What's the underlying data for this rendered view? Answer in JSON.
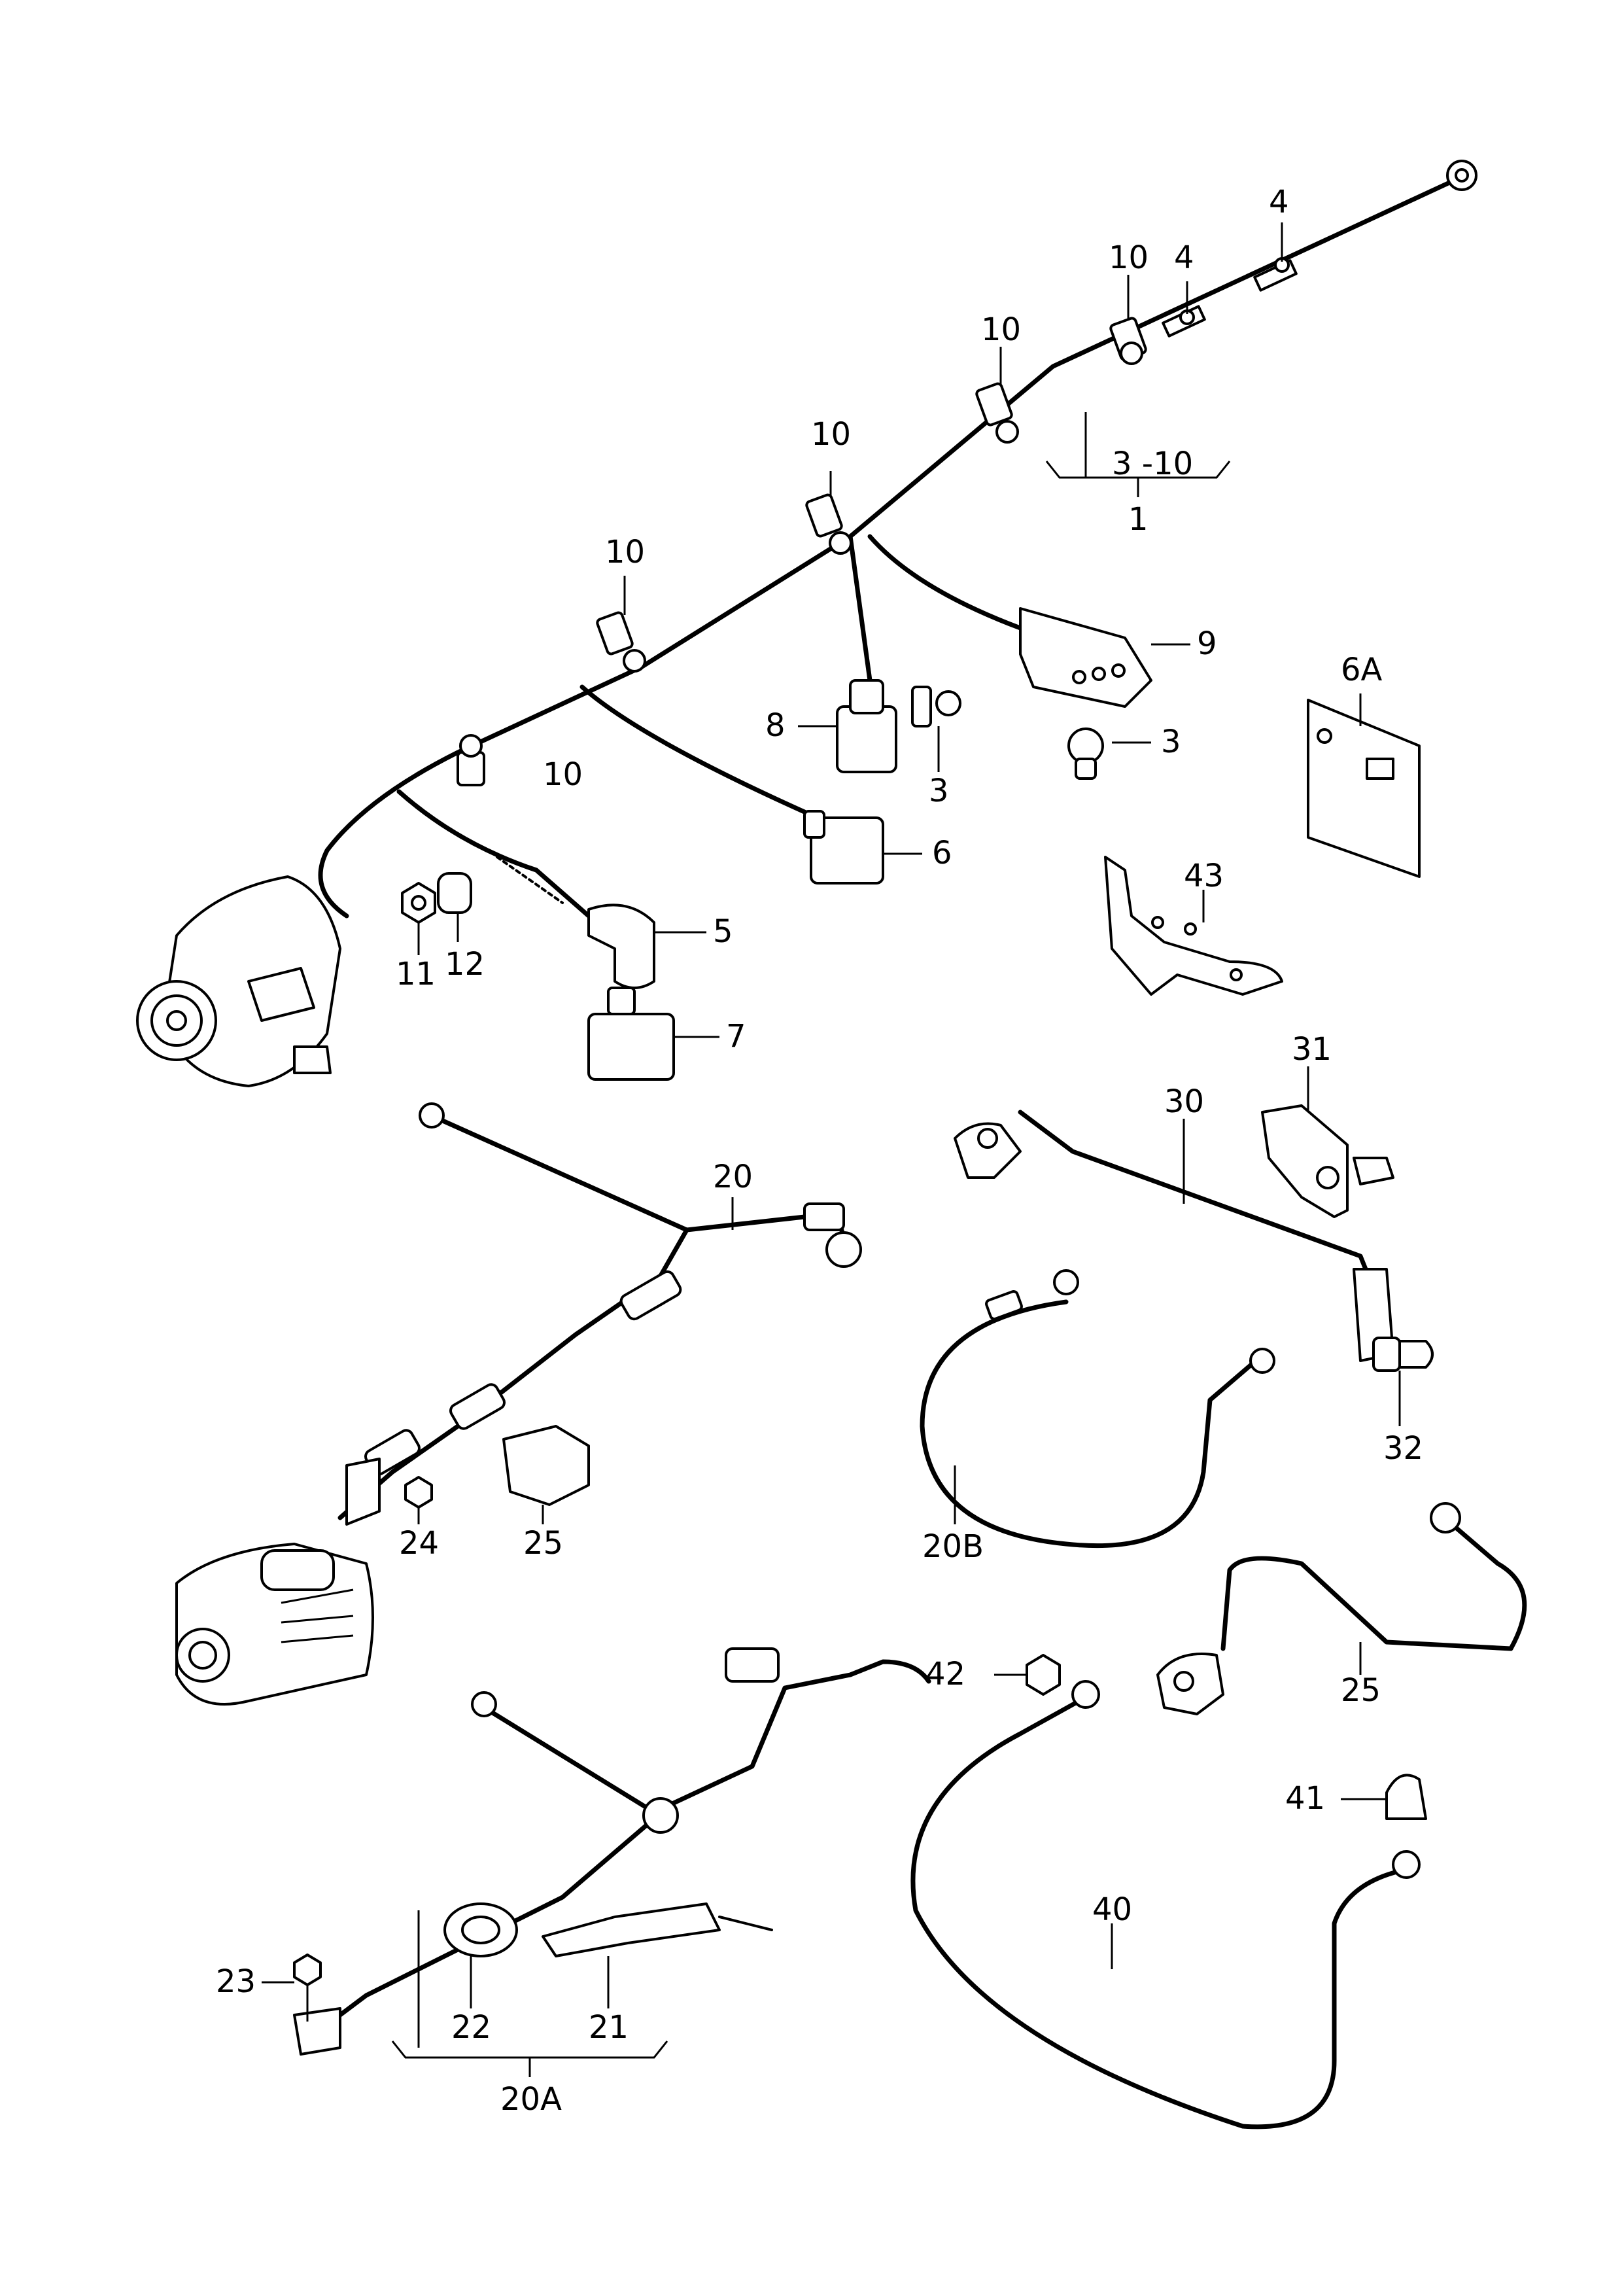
{
  "callouts": {
    "c4a": "4",
    "c4b": "4",
    "c10a": "10",
    "c10b": "10",
    "c10c": "10",
    "c10d": "10",
    "c10e": "10",
    "c3to10": "3 -10",
    "c1": "1",
    "c9": "9",
    "c8": "8",
    "c3a": "3",
    "c3b": "3",
    "c6A": "6A",
    "c6": "6",
    "c5": "5",
    "c7": "7",
    "c11": "11",
    "c12": "12",
    "c43": "43",
    "c20": "20",
    "c24": "24",
    "c25a": "25",
    "c31": "31",
    "c30": "30",
    "c32": "32",
    "c20B": "20B",
    "c25b": "25",
    "c42": "42",
    "c41": "41",
    "c40": "40",
    "c23": "23",
    "c22": "22",
    "c21": "21",
    "c20A": "20A"
  }
}
